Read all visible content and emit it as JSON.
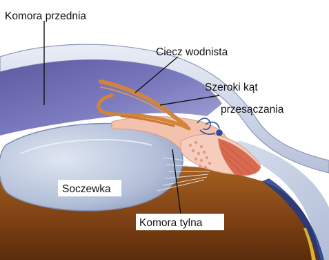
{
  "labels": {
    "anterior_chamber": "Komora przednia",
    "aqueous_humor": "Ciecz wodnista",
    "angle_line1": "Szeroki kąt",
    "angle_line2": "przesączania",
    "lens": "Soczewka",
    "posterior_chamber": "Komora tylna"
  },
  "colors": {
    "cornea_outer": "#9aa6c6",
    "anterior_chamber_fill": "#6f6fb0",
    "lens_fill": "#b9c4dc",
    "sclera_fill": "#c9d3e6",
    "iris_fill": "#f3c6b2",
    "ciliary_muscle": "#d9715a",
    "aqueous_flow": "#d98a3c",
    "vitreous_fill": "#8a4a1a",
    "vessel_blue": "#2a4fa0"
  }
}
